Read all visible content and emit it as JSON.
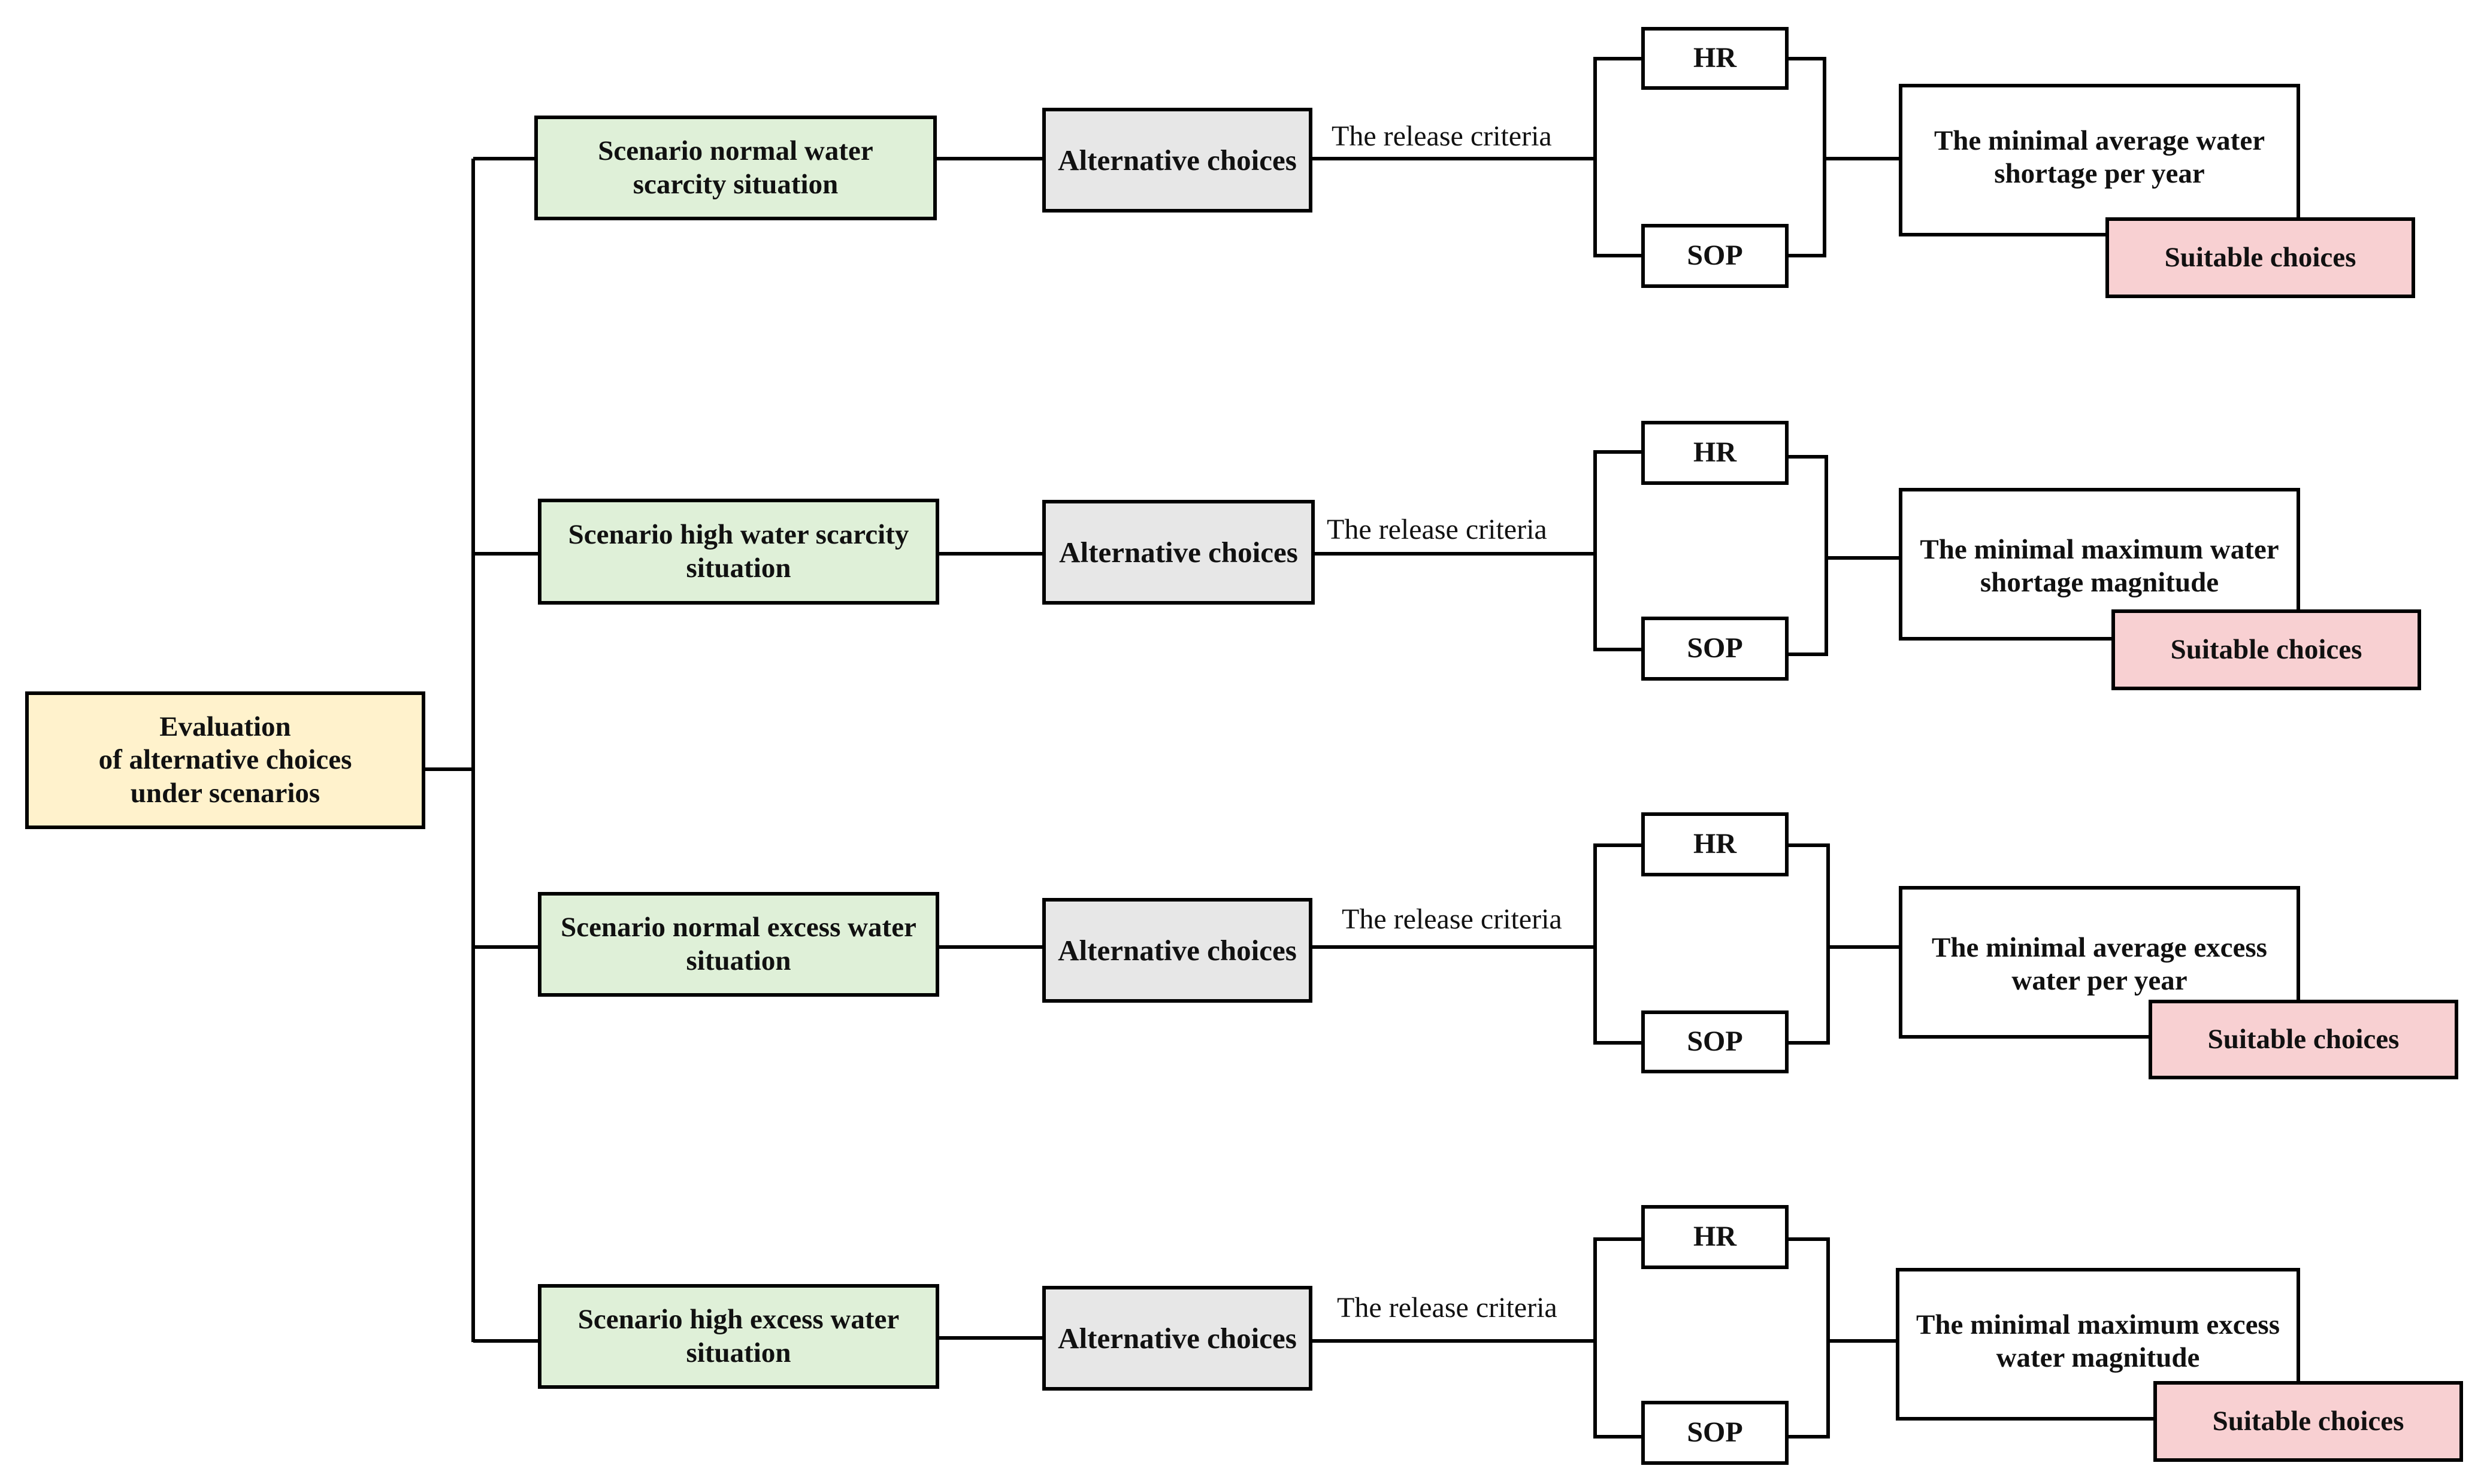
{
  "root": {
    "label": "Evaluation\nof alternative choices\nunder scenarios"
  },
  "branches": [
    {
      "scenario": "Scenario normal water\nscarcity situation",
      "alternative": "Alternative choices",
      "edge_label": "The release criteria",
      "policies": [
        "HR",
        "SOP"
      ],
      "objective": "The minimal  average water\nshortage per year",
      "result": "Suitable choices"
    },
    {
      "scenario": "Scenario high water scarcity\nsituation",
      "alternative": "Alternative choices",
      "edge_label": "The release criteria",
      "policies": [
        "HR",
        "SOP"
      ],
      "objective": "The minimal  maximum water\nshortage magnitude",
      "result": "Suitable choices"
    },
    {
      "scenario": "Scenario normal excess water\nsituation",
      "alternative": "Alternative choices",
      "edge_label": "The release criteria",
      "policies": [
        "HR",
        "SOP"
      ],
      "objective": "The minimal  average excess\nwater per year",
      "result": "Suitable choices"
    },
    {
      "scenario": "Scenario high excess water\nsituation",
      "alternative": "Alternative choices",
      "edge_label": "The release criteria",
      "policies": [
        "HR",
        "SOP"
      ],
      "objective": "The minimal  maximum excess\nwater  magnitude",
      "result": "Suitable choices"
    }
  ],
  "colors": {
    "root_fill": "#fff2cc",
    "scenario_fill": "#dff0d8",
    "alternative_fill": "#e7e7e7",
    "result_fill": "#f8d0d2",
    "line": "#000000"
  }
}
